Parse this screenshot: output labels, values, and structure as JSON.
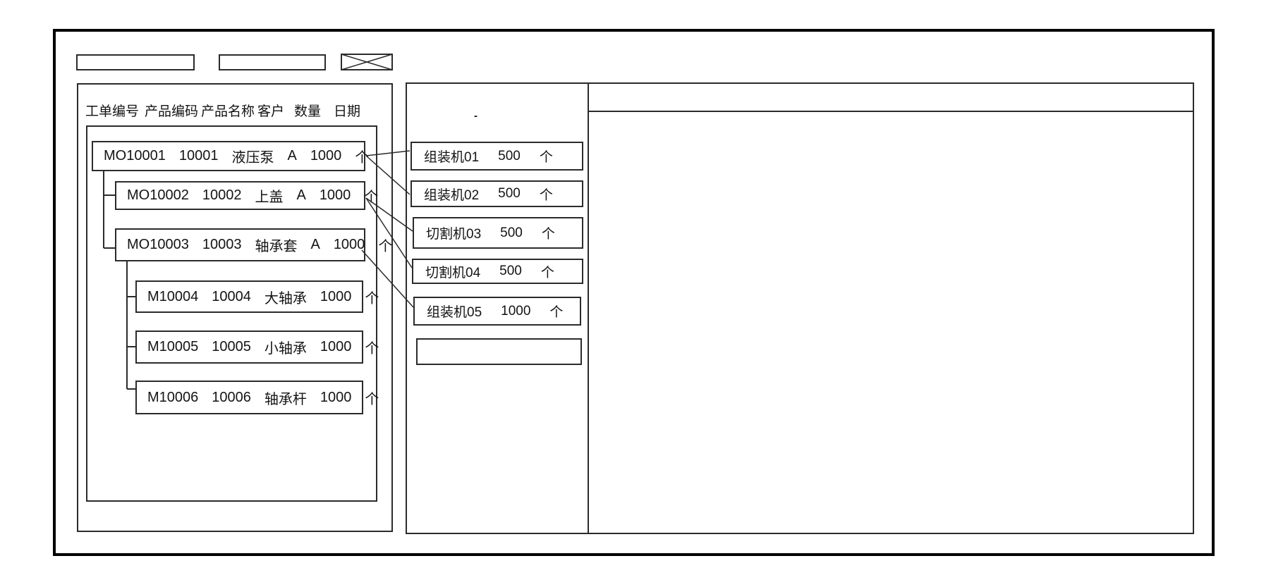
{
  "left_panel": {
    "columns": [
      "工单编号",
      "产品编码",
      "产品名称",
      "客户",
      "数量",
      "日期"
    ],
    "orders": [
      {
        "level": 0,
        "cells": [
          "MO10001",
          "10001",
          "液压泵",
          "A",
          "1000",
          "个"
        ]
      },
      {
        "level": 1,
        "cells": [
          "MO10002",
          "10002",
          "上盖",
          "A",
          "1000",
          "个"
        ]
      },
      {
        "level": 1,
        "cells": [
          "MO10003",
          "10003",
          "轴承套",
          "A",
          "1000",
          "个"
        ]
      },
      {
        "level": 2,
        "cells": [
          "M10004",
          "10004",
          "大轴承",
          "1000",
          "个"
        ]
      },
      {
        "level": 2,
        "cells": [
          "M10005",
          "10005",
          "小轴承",
          "1000",
          "个"
        ]
      },
      {
        "level": 2,
        "cells": [
          "M10006",
          "10006",
          "轴承杆",
          "1000",
          "个"
        ]
      }
    ]
  },
  "machine_panel": {
    "stray_mark": "-",
    "machines": [
      {
        "cells": [
          "组装机01",
          "500",
          "个"
        ]
      },
      {
        "cells": [
          "组装机02",
          "500",
          "个"
        ]
      },
      {
        "cells": [
          "切割机03",
          "500",
          "个"
        ]
      },
      {
        "cells": [
          "切割机04",
          "500",
          "个"
        ]
      },
      {
        "cells": [
          "组装机05",
          "1000",
          "个"
        ]
      },
      {
        "cells": []
      }
    ]
  },
  "links": [
    {
      "from": "MO10001",
      "to": "组装机01"
    },
    {
      "from": "MO10001",
      "to": "组装机02"
    },
    {
      "from": "MO10002",
      "to": "切割机03"
    },
    {
      "from": "MO10002",
      "to": "切割机04"
    },
    {
      "from": "MO10003",
      "to": "组装机05"
    }
  ],
  "icons": {
    "placeholder_box": "crossed-rectangle"
  },
  "colors": {
    "stroke": "#2b2b2b",
    "frame": "#000000",
    "background": "#ffffff"
  }
}
